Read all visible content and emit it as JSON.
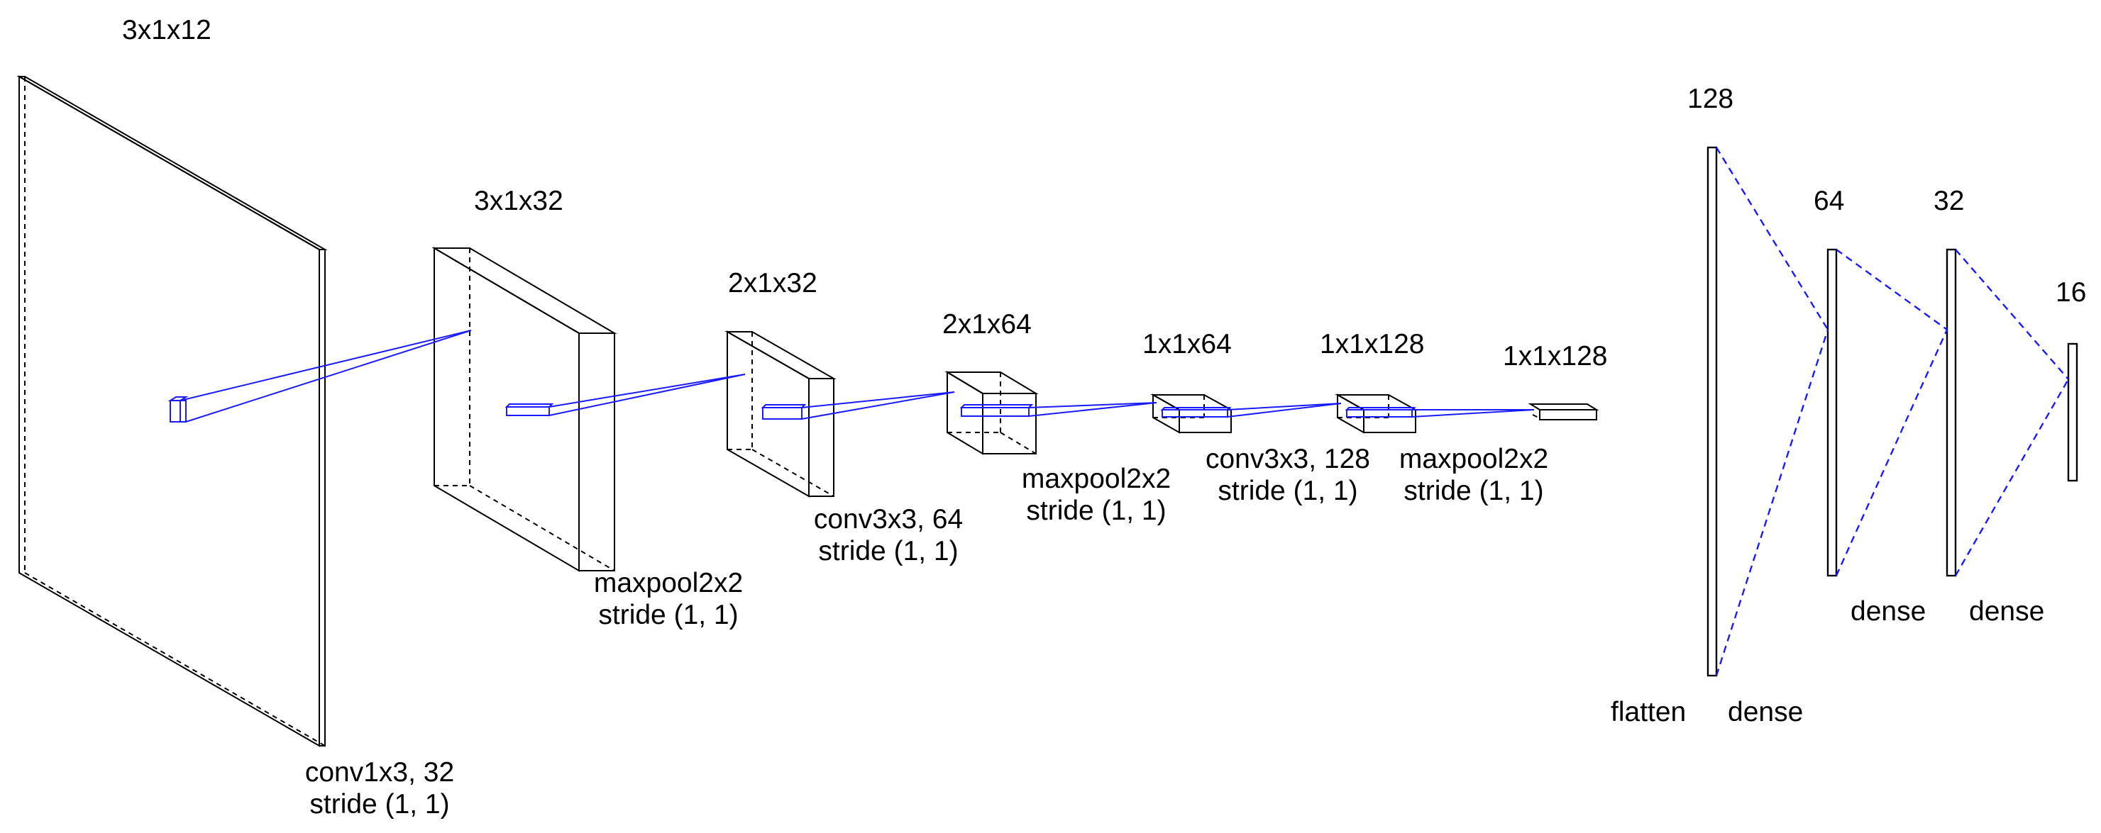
{
  "layers": [
    {
      "id": "input",
      "shape": "3x1x12"
    },
    {
      "id": "conv1",
      "shape": "3x1x32"
    },
    {
      "id": "pool1",
      "shape": "2x1x32"
    },
    {
      "id": "conv2",
      "shape": "2x1x64"
    },
    {
      "id": "pool2",
      "shape": "1x1x64"
    },
    {
      "id": "conv3",
      "shape": "1x1x128"
    },
    {
      "id": "pool3",
      "shape": "1x1x128"
    },
    {
      "id": "flatten",
      "shape": "128"
    },
    {
      "id": "dense1",
      "shape": "64"
    },
    {
      "id": "dense2",
      "shape": "32"
    },
    {
      "id": "dense3",
      "shape": "16"
    }
  ],
  "operations": [
    {
      "id": "op1",
      "line1": "conv1x3, 32",
      "line2": "stride (1, 1)"
    },
    {
      "id": "op2",
      "line1": "maxpool2x2",
      "line2": "stride (1, 1)"
    },
    {
      "id": "op3",
      "line1": "conv3x3, 64",
      "line2": "stride (1, 1)"
    },
    {
      "id": "op4",
      "line1": "maxpool2x2",
      "line2": "stride (1, 1)"
    },
    {
      "id": "op5",
      "line1": "conv3x3, 128",
      "line2": "stride (1, 1)"
    },
    {
      "id": "op6",
      "line1": "maxpool2x2",
      "line2": "stride (1, 1)"
    }
  ],
  "dense_labels": {
    "flatten": "flatten",
    "dense_a": "dense",
    "dense_b": "dense",
    "dense_c": "dense"
  },
  "colors": {
    "outline": "#000000",
    "connection": "#1a1aff"
  }
}
